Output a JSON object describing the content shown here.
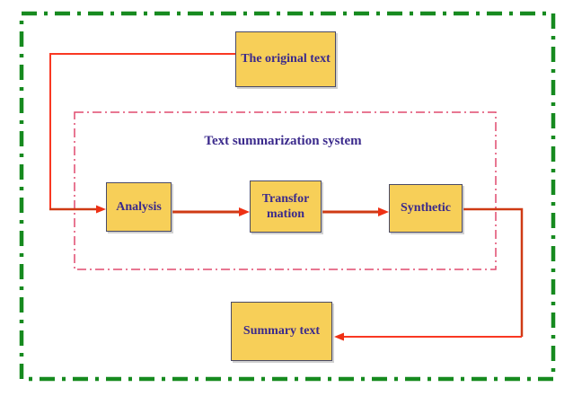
{
  "diagram": {
    "system_title": "Text summarization system",
    "nodes": {
      "original": {
        "label": "The original text"
      },
      "analysis": {
        "label": "Analysis"
      },
      "transformation": {
        "label": "Transfor mation"
      },
      "synthetic": {
        "label": "Synthetic"
      },
      "summary": {
        "label": "Summary text"
      }
    },
    "flow": [
      "The original text -> Analysis",
      "Analysis -> Transfor mation",
      "Transfor mation -> Synthetic",
      "Synthetic -> Summary text"
    ],
    "colors": {
      "node_fill": "#f7cf58",
      "node_border": "#4a4a66",
      "node_text": "#3b2a8c",
      "outer_border": "#168a1f",
      "inner_border": "#e04a6e",
      "connector_thin": "#f93822",
      "connector_thick": "#cf3a14",
      "arrowhead": "#ee3014"
    }
  }
}
